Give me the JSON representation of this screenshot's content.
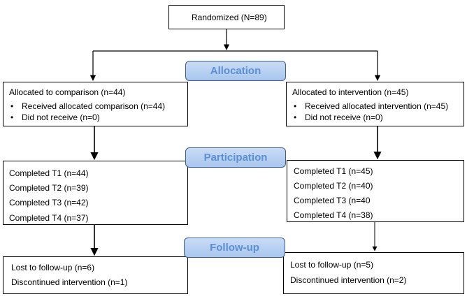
{
  "randomized": "Randomized (N=89)",
  "stages": {
    "allocation": "Allocation",
    "participation": "Participation",
    "followup": "Follow-up"
  },
  "comparison": {
    "allocated": "Allocated to comparison (n=44)",
    "received": "Received allocated comparison (n=44)",
    "not_received": "Did not receive (n=0)",
    "completed": [
      "Completed T1 (n=44)",
      "Completed T2 (n=39)",
      "Completed T3 (n=42)",
      "Completed T4 (n=37)"
    ],
    "lost": "Lost to follow-up (n=6)",
    "discontinued": "Discontinued intervention (n=1)"
  },
  "intervention": {
    "allocated": "Allocated to intervention (n=45)",
    "received": "Received allocated intervention (n=45)",
    "not_received": "Did not receive (n=0)",
    "completed": [
      "Completed T1 (n=45)",
      "Completed T2 (n=40)",
      "Completed T3 (n=40",
      "Completed T4 (n=38)"
    ],
    "lost": "Lost to follow-up (n=5)",
    "discontinued": "Discontinued intervention (n=2)"
  },
  "bullet": "•"
}
